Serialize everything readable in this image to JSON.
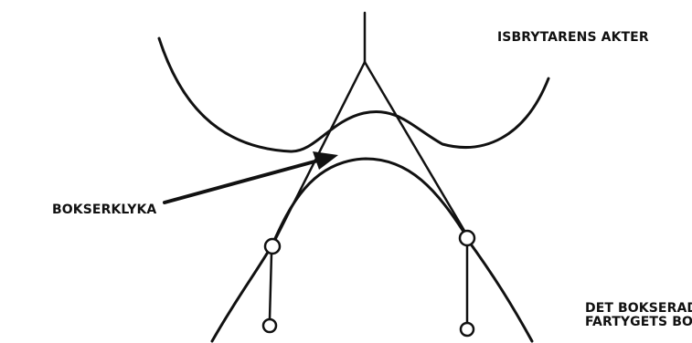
{
  "labels": {
    "icebreaker_stern": "ISBRYTARENS AKTER",
    "fender": "BOKSERKLYKA",
    "bow_line1": "DET BOKSERADE",
    "bow_line2": "FARTYGETS BOG"
  },
  "colors": {
    "ink": "#111111",
    "background": "#ffffff"
  }
}
